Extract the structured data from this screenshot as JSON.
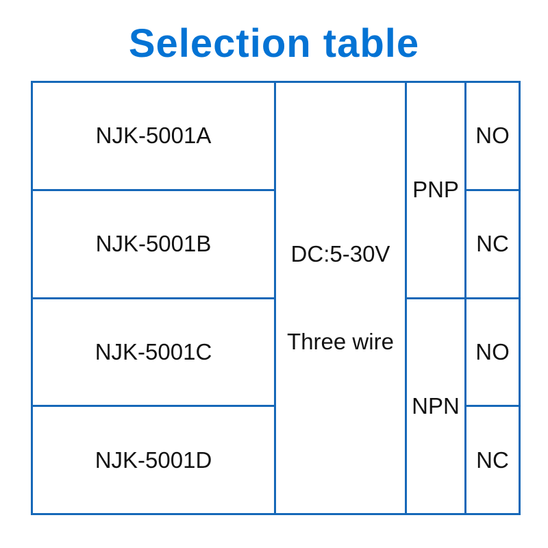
{
  "title": "Selection table",
  "colors": {
    "title_blue": "#0473d4",
    "border_blue": "#1668b8",
    "text": "#121212",
    "background": "#ffffff"
  },
  "table": {
    "models": [
      "NJK-5001A",
      "NJK-5001B",
      "NJK-5001C",
      "NJK-5001D"
    ],
    "power": {
      "line1": "DC:5-30V",
      "line2": "Three wire"
    },
    "output_types": [
      "PNP",
      "NPN"
    ],
    "contacts": [
      "NO",
      "NC",
      "NO",
      "NC"
    ]
  }
}
